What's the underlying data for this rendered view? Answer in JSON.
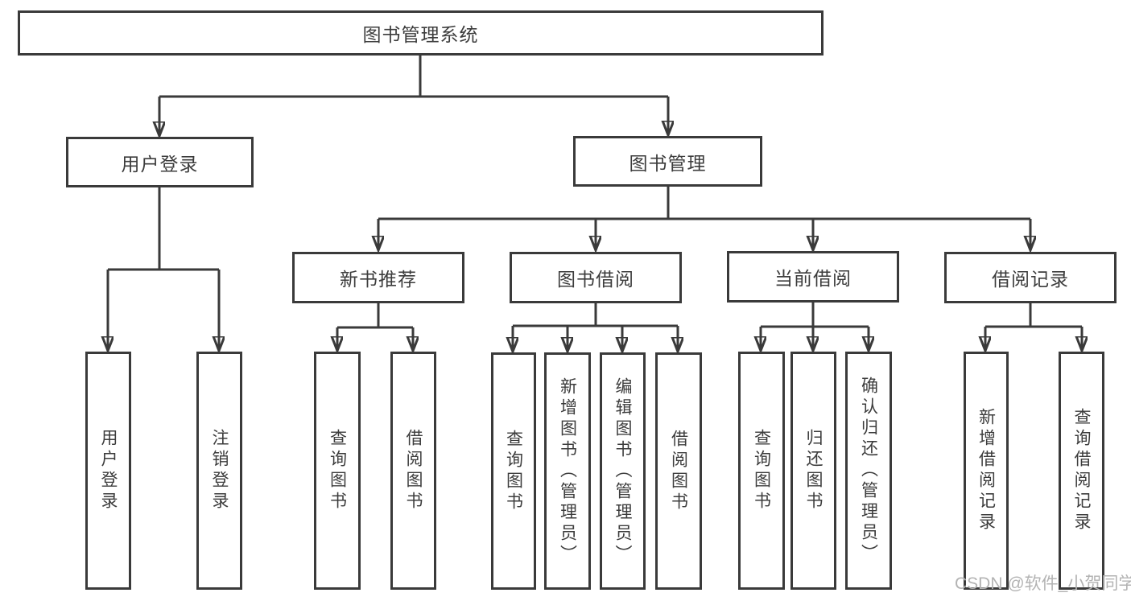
{
  "colors": {
    "line": "#3a3a3a",
    "text": "#3c3c3c",
    "background": "#ffffff",
    "watermark": "#b3b3b3"
  },
  "watermark": "CSDN @软件_小贺同学",
  "diagram": {
    "type": "hierarchy-tree",
    "root": {
      "label": "图书管理系统"
    },
    "branches": [
      {
        "label": "用户登录",
        "children": [
          {
            "label": "用户登录"
          },
          {
            "label": "注销登录"
          }
        ]
      },
      {
        "label": "图书管理",
        "children": [
          {
            "label": "新书推荐",
            "children": [
              {
                "label": "查询图书"
              },
              {
                "label": "借阅图书"
              }
            ]
          },
          {
            "label": "图书借阅",
            "children": [
              {
                "label": "查询图书"
              },
              {
                "label": "新增图书（管理员）"
              },
              {
                "label": "编辑图书（管理员）"
              },
              {
                "label": "借阅图书"
              }
            ]
          },
          {
            "label": "当前借阅",
            "children": [
              {
                "label": "查询图书"
              },
              {
                "label": "归还图书"
              },
              {
                "label": "确认归还（管理员）"
              }
            ]
          },
          {
            "label": "借阅记录",
            "children": [
              {
                "label": "新增借阅记录"
              },
              {
                "label": "查询借阅记录"
              }
            ]
          }
        ]
      }
    ]
  }
}
